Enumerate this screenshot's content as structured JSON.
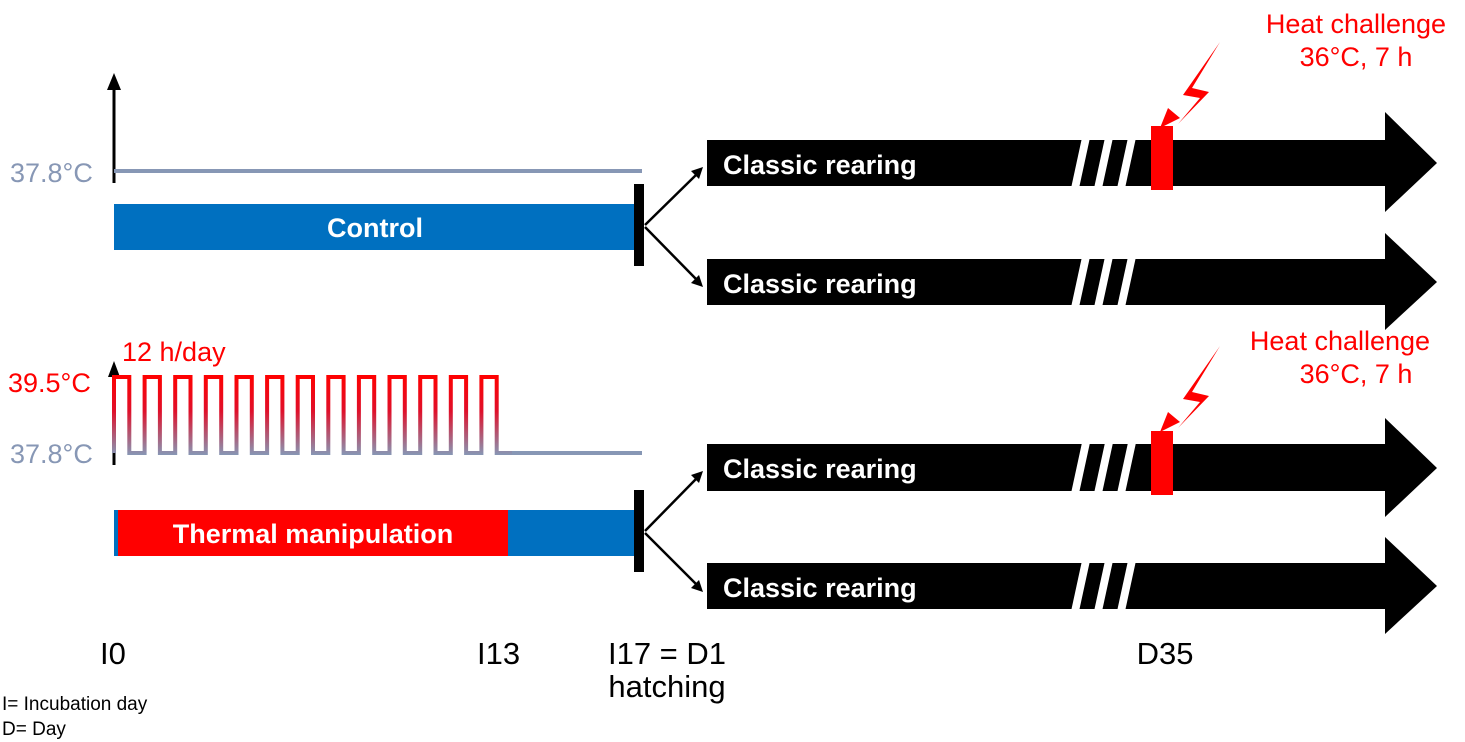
{
  "temperatures": {
    "baseline_label": "37.8°C",
    "tm_high_label": "39.5°C",
    "tm_schedule": "12 h/day"
  },
  "groups": {
    "control_label": "Control",
    "thermal_label": "Thermal manipulation"
  },
  "rearing": {
    "label": "Classic rearing"
  },
  "heat_challenge": {
    "line1": "Heat challenge",
    "line2": "36°C, 7 h"
  },
  "timeline": {
    "i0": "I0",
    "i13": "I13",
    "i17": "I17 = D1",
    "hatching": "hatching",
    "d35": "D35"
  },
  "legend": {
    "incubation": "I= Incubation day",
    "day": "D= Day"
  },
  "colors": {
    "baseline_grey": "#8797b5",
    "blue": "#0070c0",
    "red": "#ff0000",
    "black": "#000000"
  }
}
